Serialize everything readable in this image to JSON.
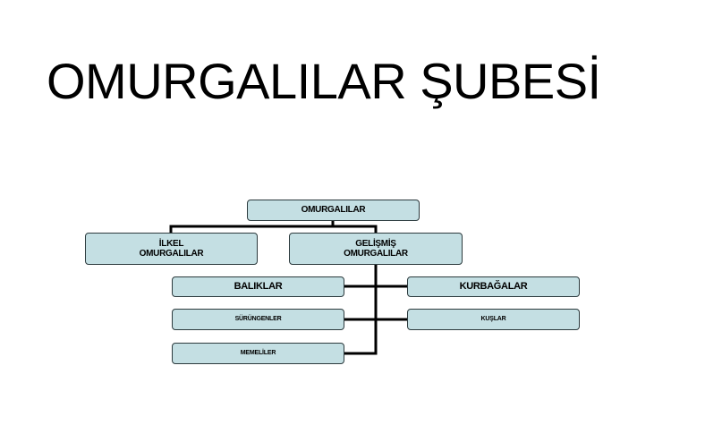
{
  "title": "OMURGALILAR ŞUBESİ",
  "chart": {
    "root": "OMURGALILAR",
    "level1": {
      "primitive": "İLKEL\nOMURGALILAR",
      "advanced": "GELİŞMİŞ\nOMURGALILAR"
    },
    "level2": {
      "fish": "BALIKLAR",
      "frogs": "KURBAĞALAR",
      "reptiles": "SÜRÜNGENLER",
      "birds": "KUŞLAR",
      "mammals": "MEMELİLER"
    }
  },
  "colors": {
    "node_fill": "#c4dfe3",
    "node_border": "#2c3a3d",
    "connector": "#000000",
    "text": "#000000"
  }
}
